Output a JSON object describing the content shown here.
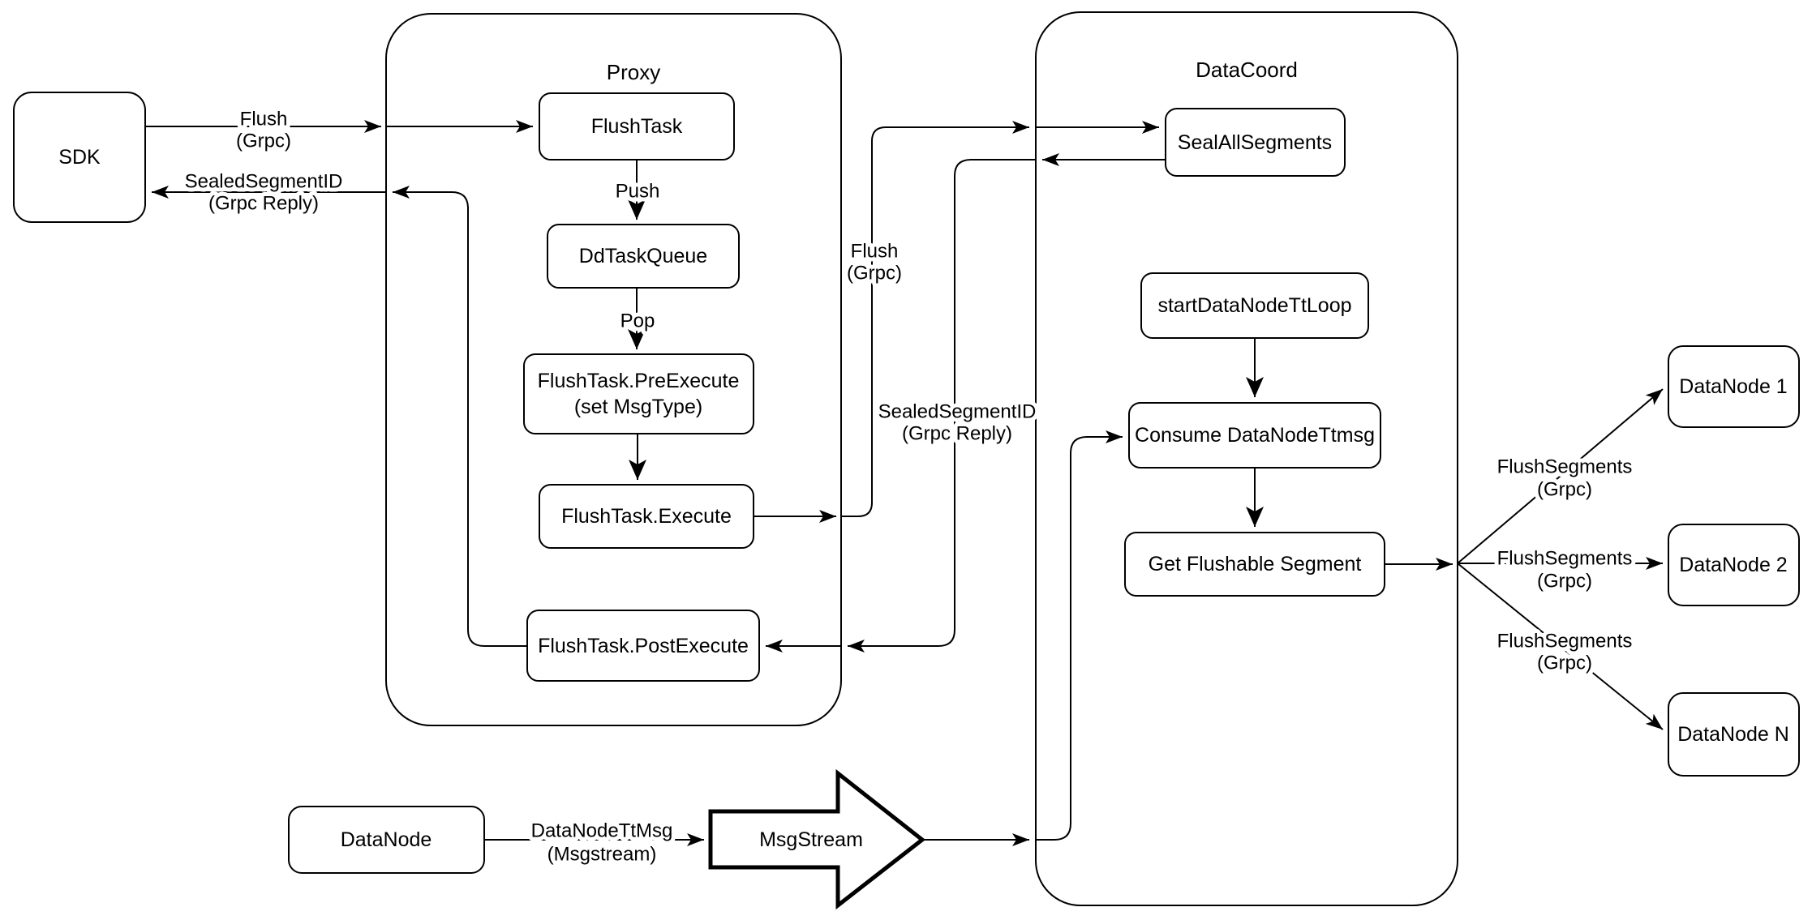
{
  "containers": {
    "proxy": "Proxy",
    "datacoord": "DataCoord"
  },
  "nodes": {
    "sdk": "SDK",
    "flush_task": "FlushTask",
    "dd_task_queue": "DdTaskQueue",
    "pre_execute": "FlushTask.PreExecute",
    "pre_execute_sub": "(set MsgType)",
    "execute": "FlushTask.Execute",
    "post_execute": "FlushTask.PostExecute",
    "seal_all_segments": "SealAllSegments",
    "start_data_node_tt_loop": "startDataNodeTtLoop",
    "consume_data_node_ttmsg": "Consume DataNodeTtmsg",
    "get_flushable_segment": "Get Flushable Segment",
    "data_node_1": "DataNode 1",
    "data_node_2": "DataNode 2",
    "data_node_n": "DataNode N",
    "data_node": "DataNode",
    "msg_stream": "MsgStream"
  },
  "edge_labels": {
    "flush": "Flush",
    "grpc": "(Grpc)",
    "sealed_segment_id": "SealedSegmentID",
    "grpc_reply": "(Grpc Reply)",
    "push": "Push",
    "pop": "Pop",
    "flush_segments": "FlushSegments",
    "data_node_tt_msg": "DataNodeTtMsg",
    "msgstream_channel": "(Msgstream)"
  },
  "colors": {
    "stroke": "#000000",
    "fill": "#ffffff",
    "background": "#ffffff"
  }
}
